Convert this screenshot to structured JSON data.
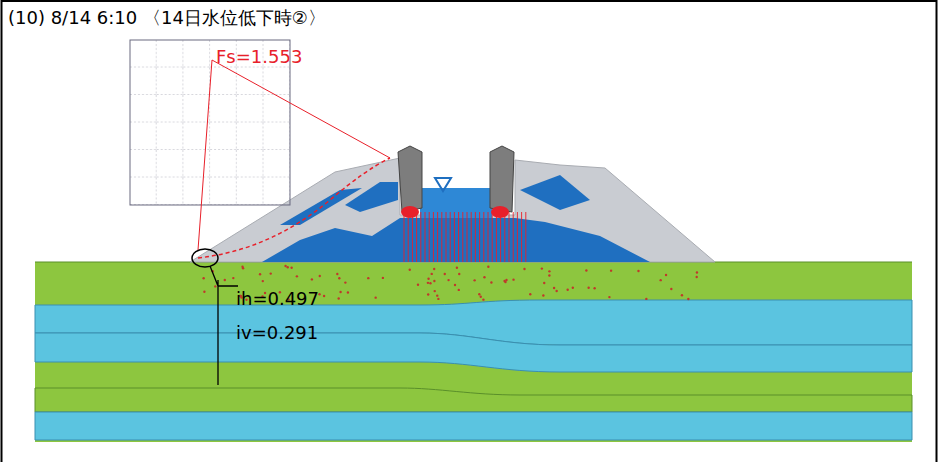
{
  "diagram": {
    "title": "(10) 8/14 6:10 〈14日水位低下時②〉",
    "labels": [
      "Fs=1.553",
      "ih=0.497",
      "iv=0.291"
    ]
  }
}
